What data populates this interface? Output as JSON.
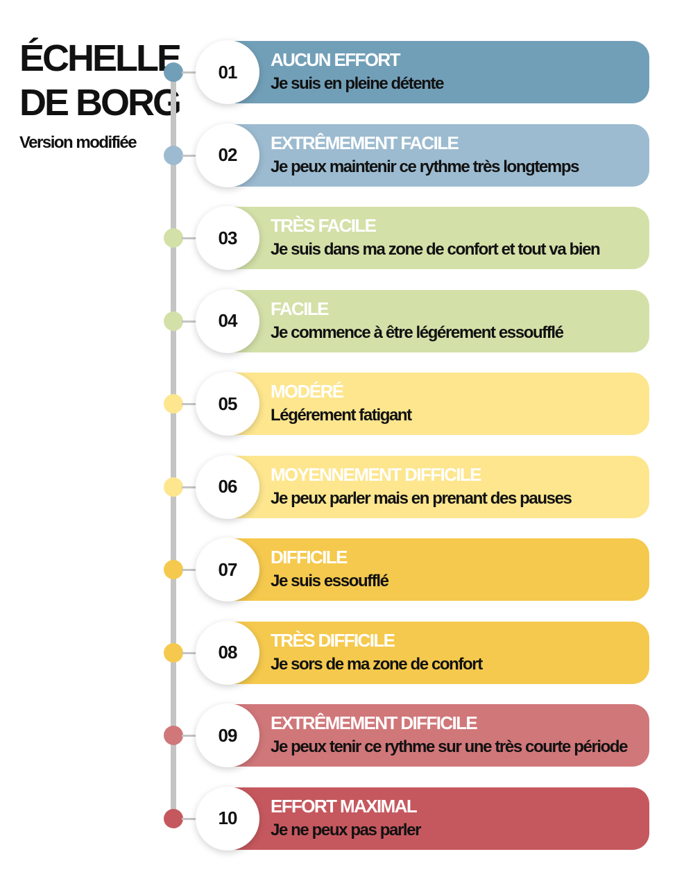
{
  "header": {
    "title_line1": "ÉCHELLE",
    "title_line2": "DE BORG",
    "subtitle": "Version modifiée"
  },
  "levels": [
    {
      "number": "01",
      "label": "AUCUN EFFORT",
      "description": "Je suis en pleine détente",
      "color": "#729fb8"
    },
    {
      "number": "02",
      "label": "EXTRÊMEMENT FACILE",
      "description": "Je peux maintenir ce rythme très longtemps",
      "color": "#9cbbd0"
    },
    {
      "number": "03",
      "label": "TRÈS FACILE",
      "description": "Je suis dans ma zone de confort et tout va bien",
      "color": "#d3e0a8"
    },
    {
      "number": "04",
      "label": "FACILE",
      "description": "Je commence à être légérement essoufflé",
      "color": "#d3e0a8"
    },
    {
      "number": "05",
      "label": "MODÉRÉ",
      "description": "Légérement fatigant",
      "color": "#fde68e"
    },
    {
      "number": "06",
      "label": "MOYENNEMENT DIFFICILE",
      "description": "Je peux parler mais en prenant des pauses",
      "color": "#fde68e"
    },
    {
      "number": "07",
      "label": "DIFFICILE",
      "description": "Je suis essoufflé",
      "color": "#f5c94d"
    },
    {
      "number": "08",
      "label": "TRÈS DIFFICILE",
      "description": "Je sors de ma zone de confort",
      "color": "#f5c94d"
    },
    {
      "number": "09",
      "label": "EXTRÊMEMENT DIFFICILE",
      "description": "Je peux tenir ce rythme sur une très courte période",
      "color": "#d0777a"
    },
    {
      "number": "10",
      "label": "EFFORT MAXIMAL",
      "description": "Je ne peux pas parler",
      "color": "#c5585e"
    }
  ]
}
